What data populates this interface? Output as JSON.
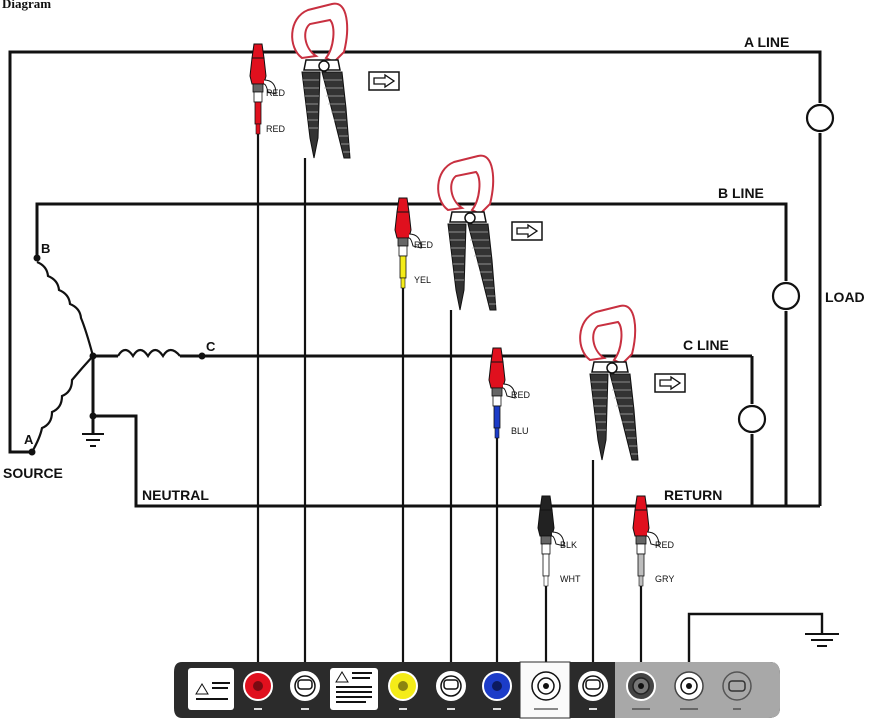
{
  "header": {
    "title": "Diagram"
  },
  "lines": {
    "a_line": "A  LINE",
    "b_line": "B  LINE",
    "c_line": "C  LINE",
    "load": "LOAD",
    "neutral": "NEUTRAL",
    "return": "RETURN",
    "source": "SOURCE"
  },
  "nodes": {
    "a": "A",
    "b": "B",
    "c": "C"
  },
  "probes": {
    "va": {
      "clip": "RED",
      "band": "RED"
    },
    "vb": {
      "clip": "RED",
      "band": "YEL"
    },
    "vc": {
      "clip": "RED",
      "band": "BLU"
    },
    "neutral": {
      "clip": "BLK",
      "band": "WHT"
    },
    "aux": {
      "clip": "RED",
      "band": "GRY"
    }
  },
  "colors": {
    "red": "#e0101e",
    "yellow": "#f4ec18",
    "blue": "#1c3cc8",
    "black": "#111111",
    "panel": "#2b2b2b",
    "panel_grey": "#a8a8a8",
    "clamp_outline": "#c83040"
  },
  "icons": [
    "arrow-right-icon",
    "ground-icon",
    "current-clamp-icon",
    "voltage-probe-icon",
    "load-icon",
    "coil-icon"
  ]
}
